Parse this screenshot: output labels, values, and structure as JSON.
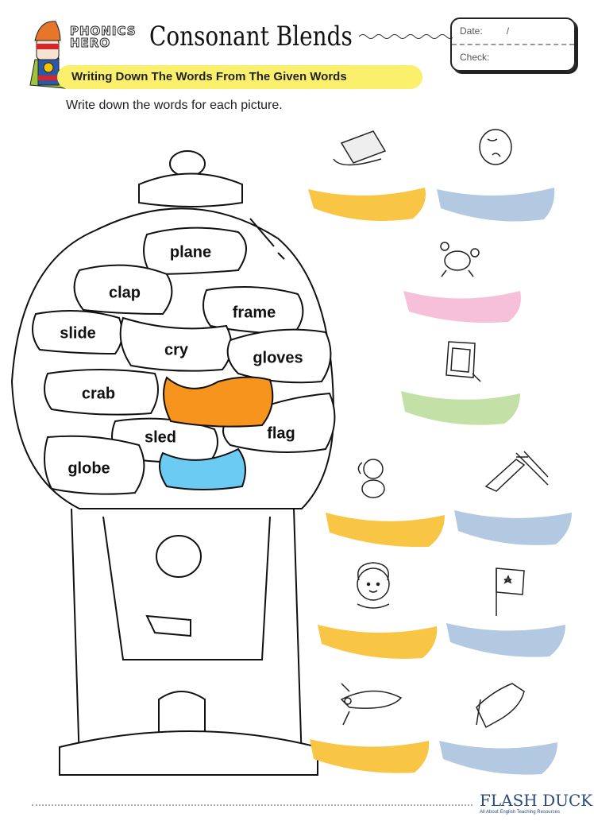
{
  "header": {
    "brand": [
      "PHONICS",
      "HERO"
    ],
    "title": "Consonant Blends",
    "subtitle": "Writing Down The Words From The Given Words",
    "instruction": "Write down the words for each picture."
  },
  "date_box": {
    "date_label": "Date:",
    "date_sep": "/",
    "check_label": "Check:"
  },
  "words": [
    "plane",
    "clap",
    "slide",
    "frame",
    "cry",
    "gloves",
    "crab",
    "flag",
    "sled",
    "globe"
  ],
  "pictures": [
    "sled",
    "globe",
    "crab",
    "frame",
    "cry",
    "slide",
    "clap",
    "flag",
    "plane",
    "gloves"
  ],
  "colors": {
    "yellow": "#f9c544",
    "blue": "#b3c9e2",
    "pink": "#f7c0da",
    "green": "#c3e0a6",
    "orange": "#f7941d",
    "cyan": "#6ccbf2",
    "banner": "#fbf06b"
  },
  "footer": {
    "logo": "FLASH DUCK",
    "tagline": "All About English Teaching Resources"
  }
}
